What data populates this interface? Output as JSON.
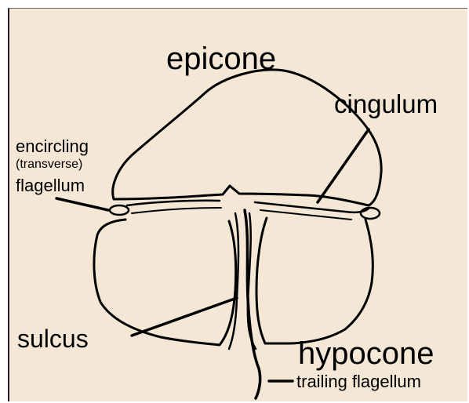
{
  "labels": {
    "epicone": "epicone",
    "cingulum": "cingulum",
    "encircling": "encircling",
    "transverse": "(transverse)",
    "flagellum": "flagellum",
    "sulcus": "sulcus",
    "hypocone": "hypocone",
    "trailing_flagellum": "trailing flagellum"
  },
  "colors": {
    "background": "#f5e7d5",
    "ink": "#000000"
  }
}
